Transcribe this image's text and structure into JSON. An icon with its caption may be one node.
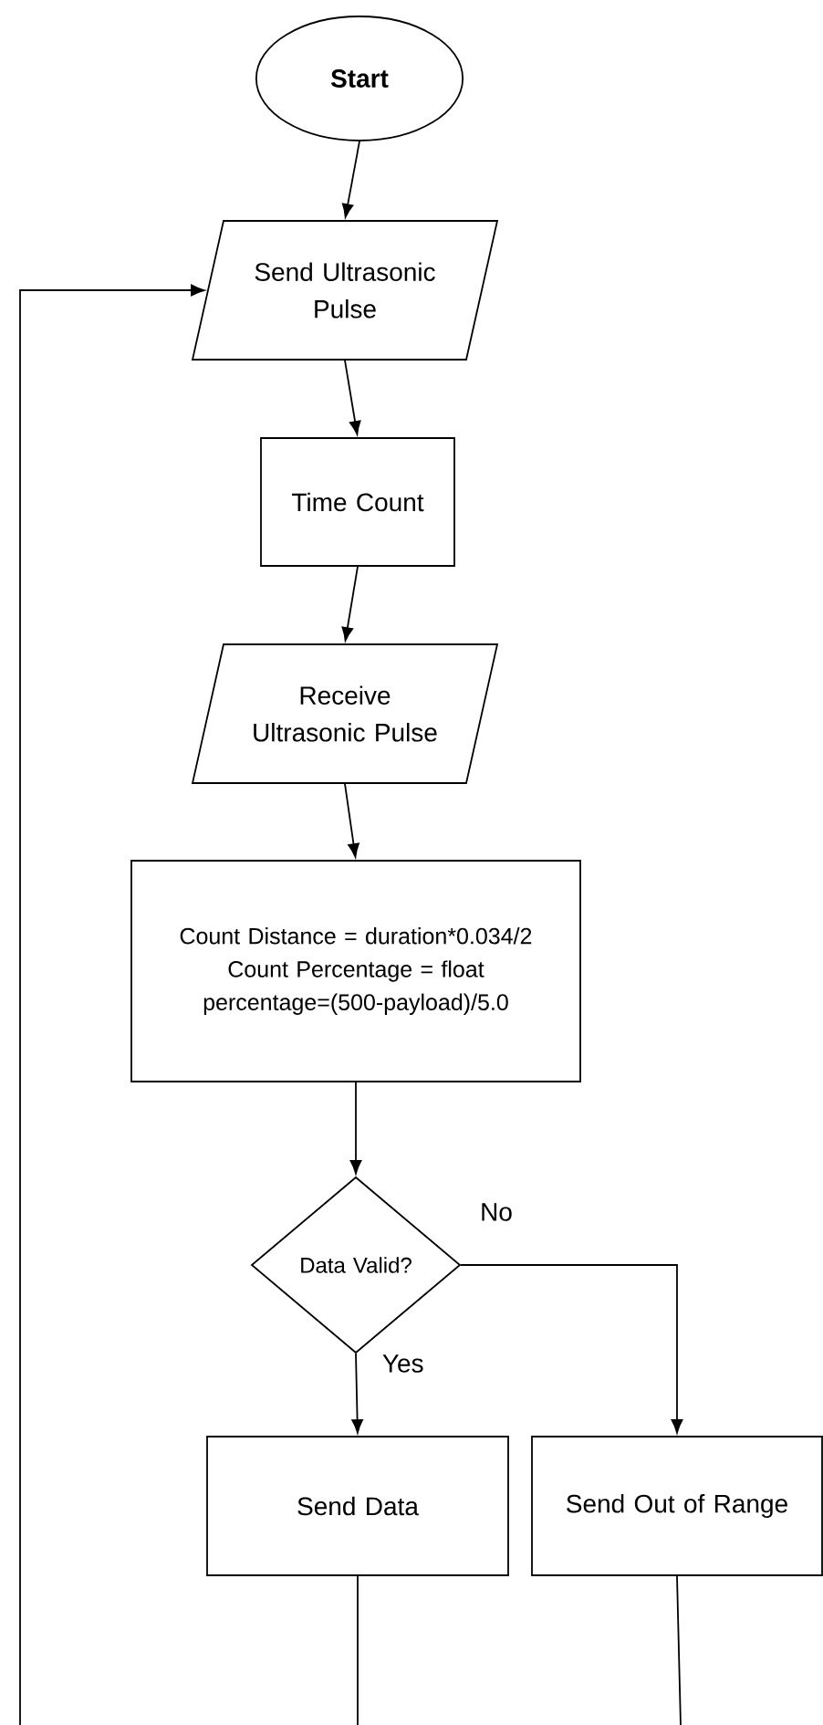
{
  "diagram": {
    "nodes": [
      {
        "text": [
          "Start"
        ]
      },
      {
        "text": [
          "Send Ultrasonic Pulse"
        ]
      },
      {
        "text": [
          "Time Count"
        ]
      },
      {
        "text": [
          "Receive Ultrasonic Pulse"
        ]
      },
      {
        "text": [
          "Count Distance = duration*0.034/2",
          "Count Percentage = float percentage=(500-payload)/5.0"
        ]
      },
      {
        "text": [
          "Data Valid?"
        ]
      },
      {
        "text": [
          "Send Data"
        ]
      },
      {
        "text": [
          "Send Out of Range"
        ]
      }
    ],
    "edges": [
      {
        "from": 0,
        "to": 1,
        "arrow": "to"
      },
      {
        "from": 1,
        "to": 2,
        "arrow": "to"
      },
      {
        "from": 2,
        "to": 3,
        "arrow": "to"
      },
      {
        "from": 3,
        "to": 4,
        "arrow": "to"
      },
      {
        "from": 4,
        "to": 5,
        "arrow": "to"
      },
      {
        "from": 5,
        "to": 6,
        "arrow": "to",
        "label": "Yes"
      },
      {
        "from": 5,
        "to": 7,
        "arrow": "to",
        "label": "No"
      },
      {
        "from": 6,
        "to": null,
        "arrow": "none"
      },
      {
        "from": 7,
        "to": null,
        "arrow": "none"
      },
      {
        "from": null,
        "to": 1,
        "arrow": "to"
      }
    ]
  }
}
